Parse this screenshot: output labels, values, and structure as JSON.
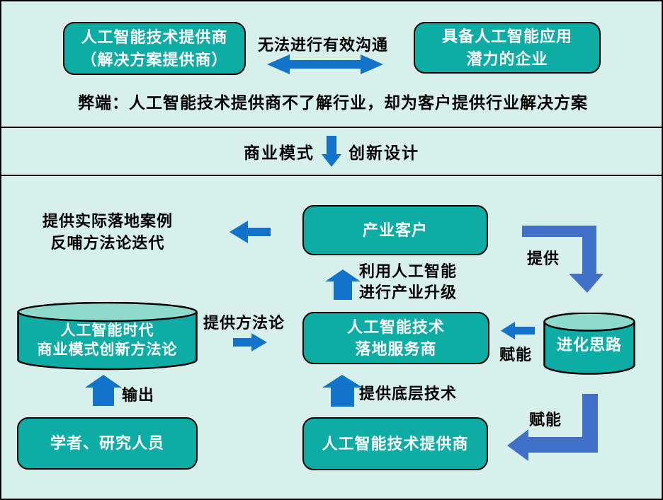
{
  "colors": {
    "background": "#d8f0ec",
    "node_fill": "#0dada6",
    "node_text": "#ffffff",
    "cylinder_top": "#8edacd",
    "outline": "#000000",
    "arrow": "#1173c9",
    "elbow": "#4170c8",
    "label_text": "#000000"
  },
  "top_section": {
    "tech_provider_box": {
      "line1": "人工智能技术提供商",
      "line2": "（解决方案提供商）"
    },
    "gap_arrow_label": "无法进行有效沟通",
    "enterprise_box": {
      "line1": "具备人工智能应用",
      "line2": "潜力的企业"
    },
    "drawback_note": "弊端：人工智能技术提供商不了解行业，却为客户提供行业解决方案"
  },
  "transition_band": {
    "left_label": "商业模式",
    "right_label": "创新设计"
  },
  "main_flow": {
    "feedback_label": {
      "line1": "提供实际落地案例",
      "line2": "反哺方法论迭代"
    },
    "industry_customer_box": "产业客户",
    "upgrade_label": {
      "line1": "利用人工智能",
      "line2": "进行产业升级"
    },
    "provide_label": "提供",
    "evolution_cylinder": "进化思路",
    "empower_label_1": "赋能",
    "landing_provider_box": {
      "line1": "人工智能技术",
      "line2": "落地服务商"
    },
    "methodology_label": "提供方法论",
    "methodology_cylinder": {
      "line1": "人工智能时代",
      "line2": "商业模式创新方法论"
    },
    "output_label": "输出",
    "scholars_box": "学者、研究人员",
    "base_tech_label": "提供底层技术",
    "tech_provider_box": "人工智能技术提供商",
    "empower_label_2": "赋能"
  }
}
